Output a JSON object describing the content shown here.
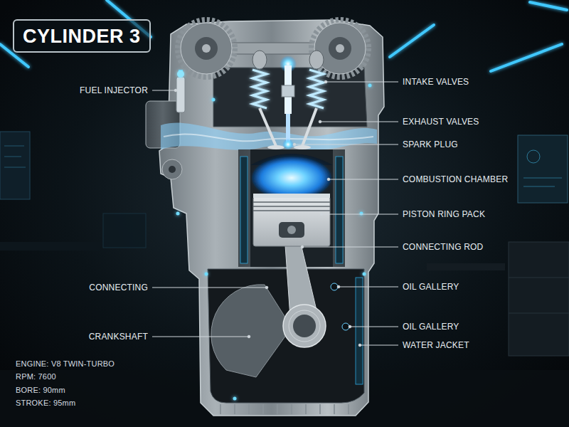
{
  "diagram": {
    "title": "CYLINDER 3",
    "labels": [
      "FUEL INJECTOR",
      "INTAKE VALVES",
      "EXHAUST VALVES",
      "SPARK PLUG",
      "COMBUSTION CHAMBER",
      "PISTON RING PACK",
      "CONNECTING ROD",
      "CONNECTING",
      "OIL GALLERY",
      "OIL GALLERY",
      "CRANKSHAFT",
      "WATER JACKET",
      "ENGINE: V8 TWIN-TURBO",
      "RPM: 7600",
      "BORE: 90mm",
      "STROKE: 95mm"
    ]
  }
}
